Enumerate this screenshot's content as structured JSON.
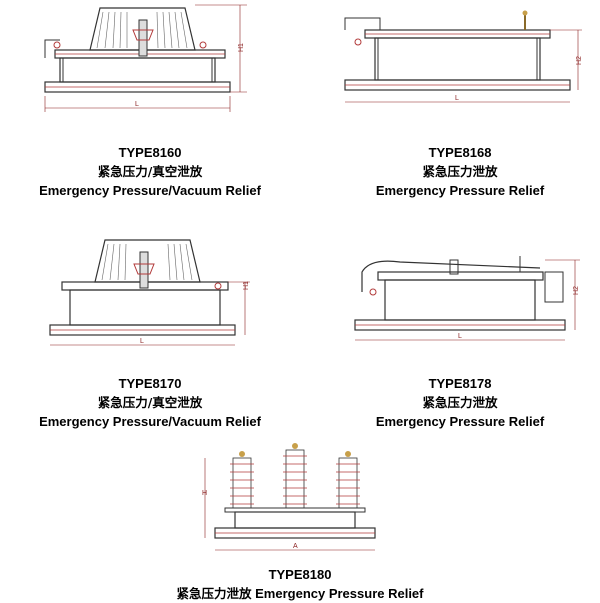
{
  "diagrams": [
    {
      "id": "type8160",
      "type_label": "TYPE8160",
      "chinese": "紧急压力/真空泄放",
      "english": "Emergency Pressure/Vacuum Relief",
      "dims": {
        "h": "H1",
        "l": "L"
      }
    },
    {
      "id": "type8168",
      "type_label": "TYPE8168",
      "chinese": "紧急压力泄放",
      "english": "Emergency Pressure Relief",
      "dims": {
        "h": "H2",
        "l": "L"
      }
    },
    {
      "id": "type8170",
      "type_label": "TYPE8170",
      "chinese": "紧急压力/真空泄放",
      "english": "Emergency Pressure/Vacuum Relief",
      "dims": {
        "h": "H1",
        "l": "L"
      }
    },
    {
      "id": "type8178",
      "type_label": "TYPE8178",
      "chinese": "紧急压力泄放",
      "english": "Emergency Pressure Relief",
      "dims": {
        "h": "H2",
        "l": "L"
      }
    },
    {
      "id": "type8180",
      "type_label": "TYPE8180",
      "chinese": "紧急压力泄放",
      "english": "Emergency Pressure Relief",
      "dims": {
        "h": "H",
        "l": "A"
      }
    }
  ],
  "colors": {
    "line": "#333333",
    "dim": "#8a1f1f",
    "accent": "#b23a3a"
  }
}
